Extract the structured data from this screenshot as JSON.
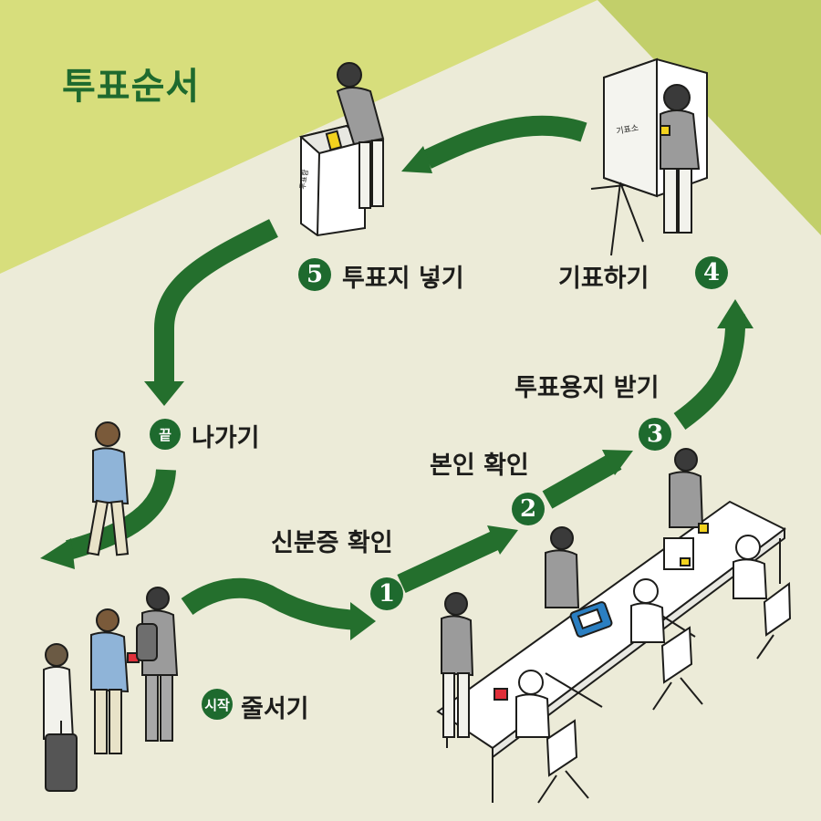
{
  "title": "투표순서",
  "steps": [
    {
      "badge": "시작",
      "label": "줄서기"
    },
    {
      "badge": "1",
      "label": "신분증 확인"
    },
    {
      "badge": "2",
      "label": "본인 확인"
    },
    {
      "badge": "3",
      "label": "투표용지 받기"
    },
    {
      "badge": "4",
      "label": "기표하기"
    },
    {
      "badge": "5",
      "label": "투표지 넣기"
    },
    {
      "badge": "끝",
      "label": "나가기"
    }
  ],
  "signs": {
    "ballot_box": "투표함",
    "booth": "기표소"
  },
  "colors": {
    "background": "#ecebd8",
    "top_band": "#d7de7c",
    "corner": "#c2cf6a",
    "arrow": "#246f2d",
    "badge": "#1e6a2e",
    "title": "#1e6a2e",
    "id_card": "#e0303a",
    "ballot": "#f2d21e",
    "device": "#2b7fc2"
  }
}
